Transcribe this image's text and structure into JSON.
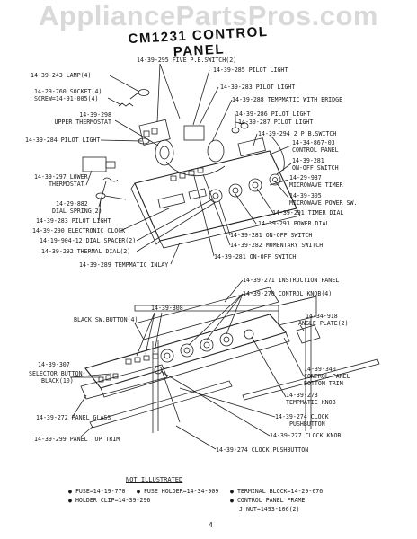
{
  "watermark": "AppliancePartsPros.com",
  "title": "CM1231 CONTROL PANEL",
  "labels": {
    "l1": "14-39-295 FIVE P.B.SWITCH(2)",
    "l2": "14-39-243 LAMP(4)",
    "l3": "14-39-285 PILOT LIGHT",
    "l4": "14-39-283 PILOT LIGHT",
    "l5a": "14-29-760 SOCKET(4)",
    "l5b": "SCREW=14-91-005(4)",
    "l6": "14-39-288 TEMPMATIC WITH BRIDGE",
    "l7a": "14-39-298",
    "l7b": "UPPER THERMOSTAT",
    "l8": "14-39-286 PILOT LIGHT",
    "l9": "14-39-287 PILOT LIGHT",
    "l10": "14-39-284 PILOT LIGHT",
    "l11": "14-39-294 2 P.B.SWITCH",
    "l12a": "14-34-867-03",
    "l12b": "CONTROL PANEL",
    "l13a": "14-39-281",
    "l13b": "ON-OFF SWITCH",
    "l14a": "14-39-297 LOWER",
    "l14b": "THERMOSTAT",
    "l15a": "14-29-937",
    "l15b": "MICROWAVE TIMER",
    "l16a": "14-29-882",
    "l16b": "DIAL SPRING(2)",
    "l17a": "14-39-305",
    "l17b": "MICROWAVE POWER SW.",
    "l18": "14-39-283 PILOT LIGHT",
    "l19": "14-39-291 TIMER DIAL",
    "l20": "14-39-290 ELECTRONIC CLOCK",
    "l21": "14-39-293 POWER DIAL",
    "l22": "14-19-904-12 DIAL SPACER(2)",
    "l23": "14-39-281 ON-OFF SWITCH",
    "l24": "14-39-292 THERMAL DIAL(2)",
    "l25": "14-39-282 MOMENTARY SWITCH",
    "l26": "14-39-289 TEMPMATIC INLAY",
    "l27": "14-39-281 ON-OFF SWITCH",
    "l28": "14-39-271 INSTRUCTION PANEL",
    "l29": "14-39-270 CONTROL KNOB(4)",
    "l30": "14-39-308",
    "l31": "BLACK SW.BUTTON(4)",
    "l32a": "14-34-918",
    "l32b": "ANGLE PLATE(2)",
    "l33a": "14-39-307",
    "l33b": "SELECTOR BUTTON-",
    "l33c": "BLACK(10)",
    "l34a": "14-39-340",
    "l34b": "CONTROL PANEL",
    "l34c": "BOTTOM TRIM",
    "l35a": "14-39-273",
    "l35b": "TEMPMATIC KNOB",
    "l36": "14-39-272 PANEL GLASS",
    "l37a": "14-39-274 CLOCK",
    "l37b": "PUSHBUTTON",
    "l38": "14-39-277 CLOCK KNOB",
    "l39": "14-39-299 PANEL TOP TRIM",
    "l40": "14-39-274 CLOCK PUSHBUTTON"
  },
  "not_illustrated": {
    "title": "NOT ILLUSTRATED",
    "fuse": "FUSE=14-19-770",
    "fuse_holder": "FUSE HOLDER=14-34-909",
    "terminal_block": "TERMINAL BLOCK=14-29-676",
    "holder_clip": "HOLDER CLIP=14-39-296",
    "frame": "CONTROL PANEL FRAME",
    "jnut": "J NUT=1493-106(2)"
  },
  "page_number": "4"
}
